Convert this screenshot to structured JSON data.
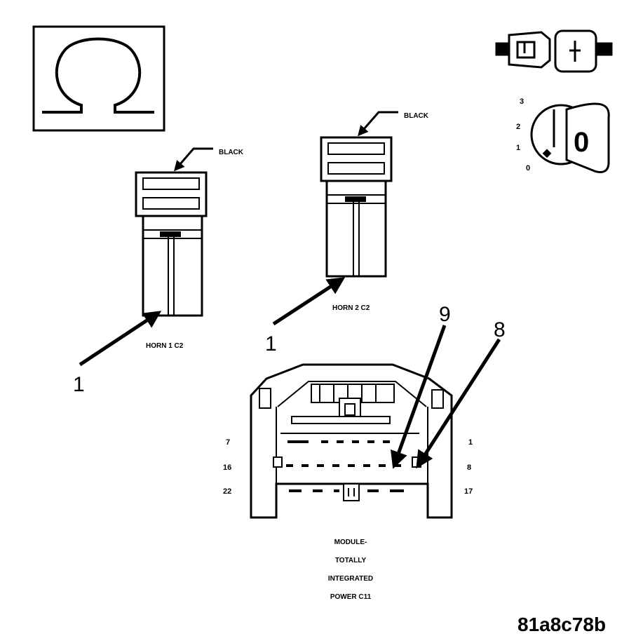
{
  "symbols": {
    "resistance_icon": "ohm-symbol-icon",
    "connector_test_icon": "connector-pair-icon",
    "ignition_icon": "ignition-key-icon",
    "ignition_positions": [
      "3",
      "2",
      "1",
      "0"
    ],
    "ignition_key_label": "0"
  },
  "horn1": {
    "wire_color": "BLACK",
    "pin_callout": "1",
    "caption": "HORN 1 C2"
  },
  "horn2": {
    "wire_color": "BLACK",
    "pin_callout": "1",
    "caption": "HORN 2 C2"
  },
  "module": {
    "callout_left": "9",
    "callout_right": "8",
    "row_labels_left": [
      "7",
      "16",
      "22"
    ],
    "row_labels_right": [
      "1",
      "8",
      "17"
    ],
    "caption_lines": [
      "MODULE-",
      "TOTALLY",
      "INTEGRATED",
      "POWER C11"
    ]
  },
  "figure_id": "81a8c78b"
}
